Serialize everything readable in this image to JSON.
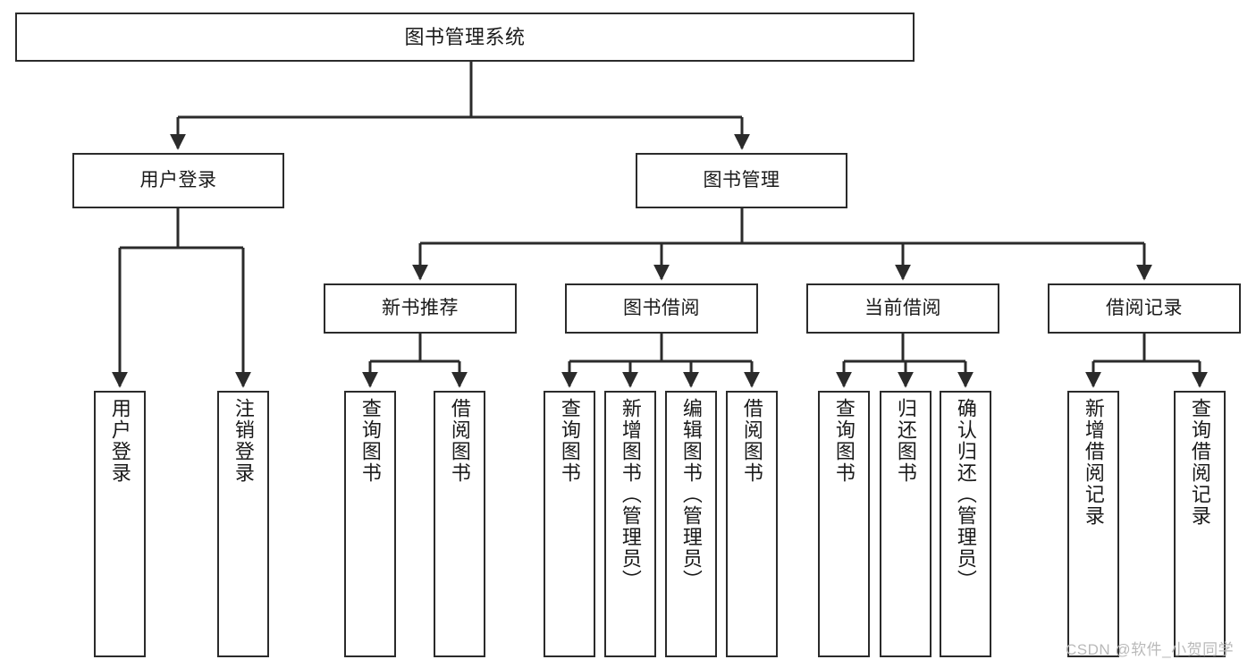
{
  "diagram": {
    "type": "tree-hierarchy",
    "title": "图书管理系统",
    "watermark": "CSDN @软件_小贺同学",
    "colors": {
      "stroke": "#2b2b2b",
      "fill": "#ffffff",
      "text": "#1a1a1a",
      "watermark": "#b9b9b9"
    },
    "nodes": {
      "root": {
        "label": "图书管理系统"
      },
      "level1": [
        {
          "label": "用户登录"
        },
        {
          "label": "图书管理"
        }
      ],
      "level2": [
        {
          "label": "新书推荐"
        },
        {
          "label": "图书借阅"
        },
        {
          "label": "当前借阅"
        },
        {
          "label": "借阅记录"
        }
      ],
      "leaves": {
        "user_login": [
          {
            "label": "用户登录"
          },
          {
            "label": "注销登录"
          }
        ],
        "new_book_recommend": [
          {
            "label": "查询图书"
          },
          {
            "label": "借阅图书"
          }
        ],
        "book_borrow": [
          {
            "label": "查询图书"
          },
          {
            "label": "新增图书（管理员）"
          },
          {
            "label": "编辑图书（管理员）"
          },
          {
            "label": "借阅图书"
          }
        ],
        "current_borrow": [
          {
            "label": "查询图书"
          },
          {
            "label": "归还图书"
          },
          {
            "label": "确认归还（管理员）"
          }
        ],
        "borrow_record": [
          {
            "label": "新增借阅记录"
          },
          {
            "label": "查询借阅记录"
          }
        ]
      }
    }
  }
}
